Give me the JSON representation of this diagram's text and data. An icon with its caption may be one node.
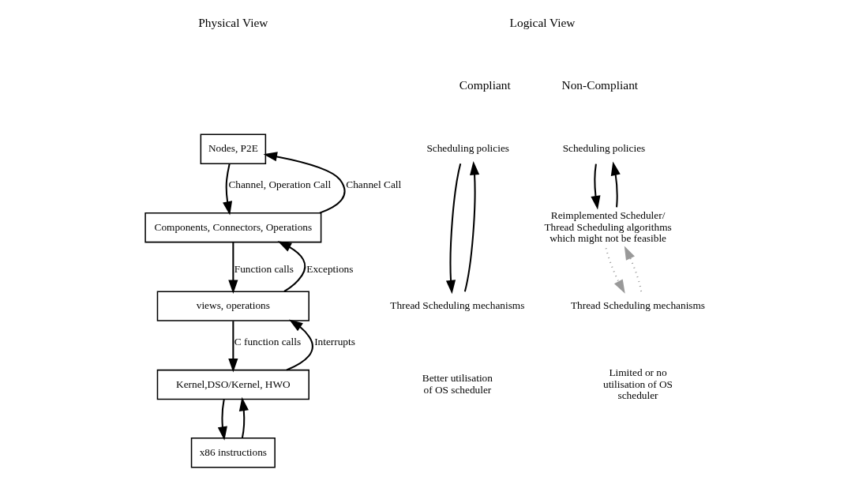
{
  "diagram": {
    "nodes": [
      {
        "text": [
          "Nodes, P2E"
        ]
      },
      {
        "text": [
          "Components, Connectors, Operations"
        ]
      },
      {
        "text": [
          "views, operations"
        ]
      },
      {
        "text": [
          "Kernel,DSO/Kernel, HWO"
        ]
      },
      {
        "text": [
          "x86 instructions"
        ]
      },
      {
        "text": [
          "Scheduling policies"
        ]
      },
      {
        "text": [
          "Thread Scheduling mechanisms"
        ]
      },
      {
        "text": [
          "Scheduling policies"
        ]
      },
      {
        "text": [
          "Reimplemented Scheduler/ Thread Scheduling algorithms which might not be feasible"
        ]
      },
      {
        "text": [
          "Thread Scheduling mechanisms"
        ]
      }
    ],
    "edges": [
      {
        "from": 1,
        "to": 0,
        "arrow": "to",
        "label": "Channel Call"
      },
      {
        "from": 0,
        "to": 1,
        "arrow": "to",
        "label": "Channel, Operation Call"
      },
      {
        "from": 2,
        "to": 1,
        "arrow": "to",
        "label": "Exceptions"
      },
      {
        "from": 1,
        "to": 2,
        "arrow": "to",
        "label": "Function calls"
      },
      {
        "from": 3,
        "to": 2,
        "arrow": "to",
        "label": "Interrupts"
      },
      {
        "from": 2,
        "to": 3,
        "arrow": "to",
        "label": "C function calls"
      },
      {
        "from": 4,
        "to": 3,
        "arrow": "to"
      },
      {
        "from": 3,
        "to": 4,
        "arrow": "to"
      },
      {
        "from": 6,
        "to": 5,
        "arrow": "to"
      },
      {
        "from": 5,
        "to": 6,
        "arrow": "to"
      },
      {
        "from": 8,
        "to": 7,
        "arrow": "to"
      },
      {
        "from": 7,
        "to": 8,
        "arrow": "to"
      },
      {
        "from": 9,
        "to": 8,
        "arrow": "to",
        "style": "dashed",
        "color": "#999999"
      },
      {
        "from": 8,
        "to": 9,
        "arrow": "to",
        "style": "dashed",
        "color": "#999999"
      }
    ],
    "labels": [
      "Physical View",
      "Logical View",
      "Compliant",
      "Non-Compliant",
      "Better utilisation of OS scheduler",
      "Limited or no utilisation of OS scheduler"
    ]
  }
}
